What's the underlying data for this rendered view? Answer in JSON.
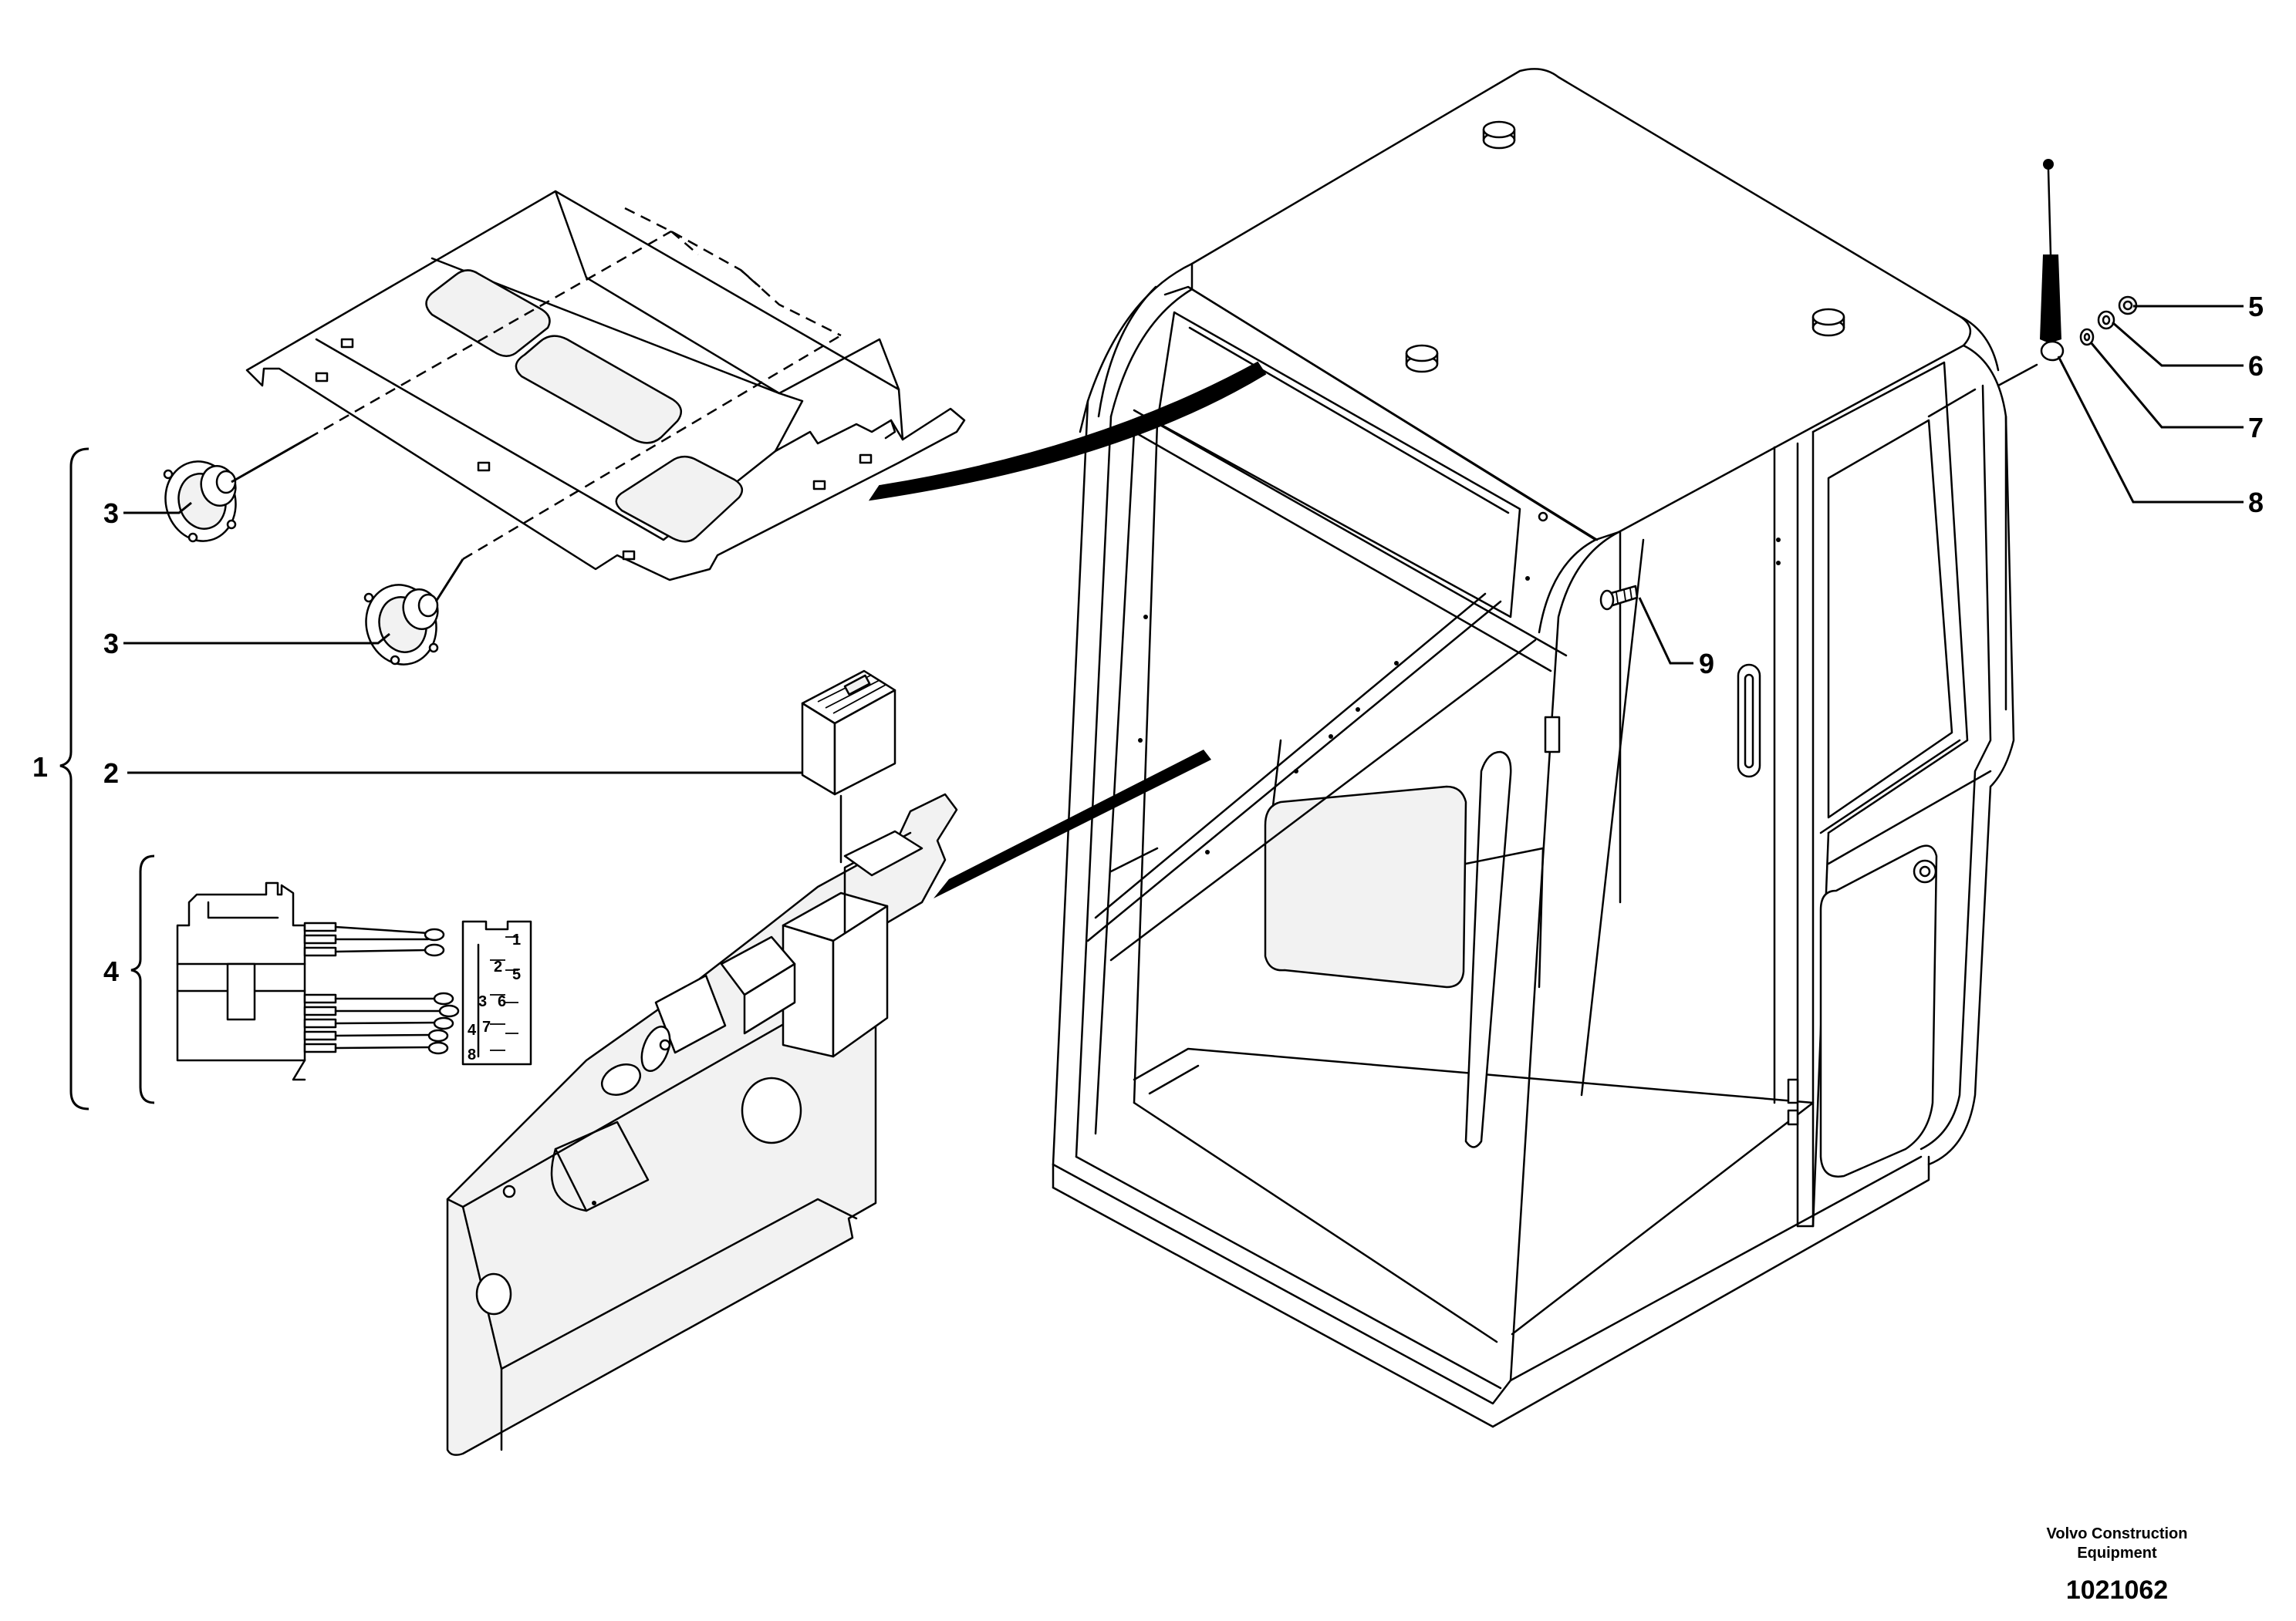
{
  "callouts": {
    "c1": "1",
    "c2": "2",
    "c3a": "3",
    "c3b": "3",
    "c4": "4",
    "c5": "5",
    "c6": "6",
    "c7": "7",
    "c8": "8",
    "c9": "9"
  },
  "connector_pins": {
    "p4": "4",
    "p3": "3",
    "p2": "2",
    "p1": "1",
    "p8": "8",
    "p7": "7",
    "p6": "6",
    "p5": "5"
  },
  "footer": {
    "company_line1": "Volvo Construction",
    "company_line2": "Equipment",
    "drawing_number": "1021062"
  }
}
